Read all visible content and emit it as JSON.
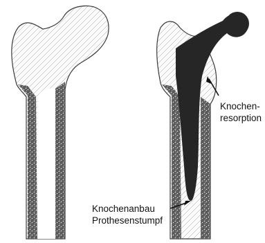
{
  "colors": {
    "bone_stroke": "#3a3a3a",
    "bone_fill": "#f2f2f2",
    "marrow_dark": "#444444",
    "prosthesis": "#262626",
    "background": "#ffffff"
  },
  "annotations": {
    "resorption": [
      "Knochen-",
      "resorption"
    ],
    "anbau": [
      "Knochenanbau",
      "Prothesenstumpf"
    ]
  }
}
